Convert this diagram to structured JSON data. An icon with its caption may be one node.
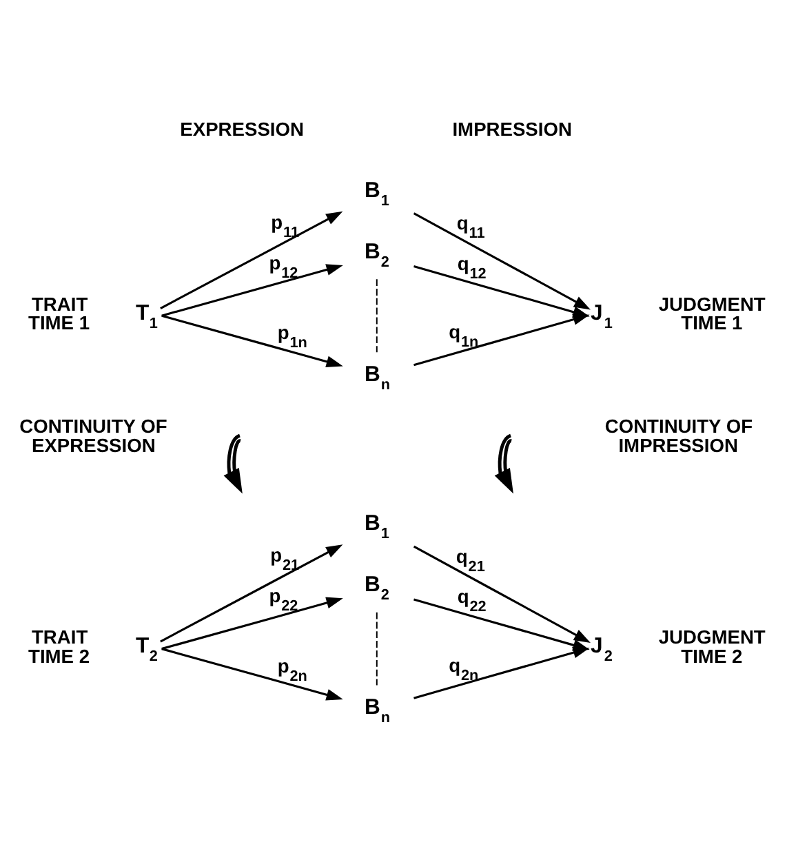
{
  "diagram": {
    "nodes": [
      {
        "text": [
          "T$_{1}$"
        ],
        "beside": [
          "TRAIT TIME 1"
        ]
      },
      {
        "text": [
          "B$_{1}$"
        ]
      },
      {
        "text": [
          "B$_{2}$"
        ]
      },
      {
        "text": [
          "B$_{n}$"
        ]
      },
      {
        "text": [
          "J$_{1}$"
        ],
        "beside": [
          "JUDGMENT TIME 1"
        ]
      },
      {
        "text": [
          "T$_{2}$"
        ],
        "beside": [
          "TRAIT TIME 2"
        ]
      },
      {
        "text": [
          "B$_{1}$"
        ]
      },
      {
        "text": [
          "B$_{2}$"
        ]
      },
      {
        "text": [
          "B$_{n}$"
        ]
      },
      {
        "text": [
          "J$_{2}$"
        ],
        "beside": [
          "JUDGMENT TIME 2"
        ]
      }
    ],
    "edges": [
      {
        "from": 0,
        "to": 1,
        "arrow": "to",
        "label": "p$_{11}$"
      },
      {
        "from": 0,
        "to": 2,
        "arrow": "to",
        "label": "p$_{12}$"
      },
      {
        "from": 0,
        "to": 3,
        "arrow": "to",
        "label": "p$_{1n}$"
      },
      {
        "from": 1,
        "to": 4,
        "arrow": "to",
        "label": "q$_{11}$"
      },
      {
        "from": 2,
        "to": 4,
        "arrow": "to",
        "label": "q$_{12}$"
      },
      {
        "from": 3,
        "to": 4,
        "arrow": "to",
        "label": "q$_{1n}$"
      },
      {
        "from": 2,
        "to": 3,
        "arrow": "none",
        "style": "dashed"
      },
      {
        "from": 5,
        "to": 6,
        "arrow": "to",
        "label": "p$_{21}$"
      },
      {
        "from": 5,
        "to": 7,
        "arrow": "to",
        "label": "p$_{22}$"
      },
      {
        "from": 5,
        "to": 8,
        "arrow": "to",
        "label": "p$_{2n}$"
      },
      {
        "from": 6,
        "to": 9,
        "arrow": "to",
        "label": "q$_{21}$"
      },
      {
        "from": 7,
        "to": 9,
        "arrow": "to",
        "label": "q$_{22}$"
      },
      {
        "from": 8,
        "to": 9,
        "arrow": "to",
        "label": "q$_{2n}$"
      },
      {
        "from": 7,
        "to": 8,
        "arrow": "none",
        "style": "dashed"
      }
    ],
    "labels": [
      "EXPRESSION",
      "IMPRESSION",
      "CONTINUITY OF EXPRESSION",
      "CONTINUITY OF IMPRESSION"
    ]
  }
}
